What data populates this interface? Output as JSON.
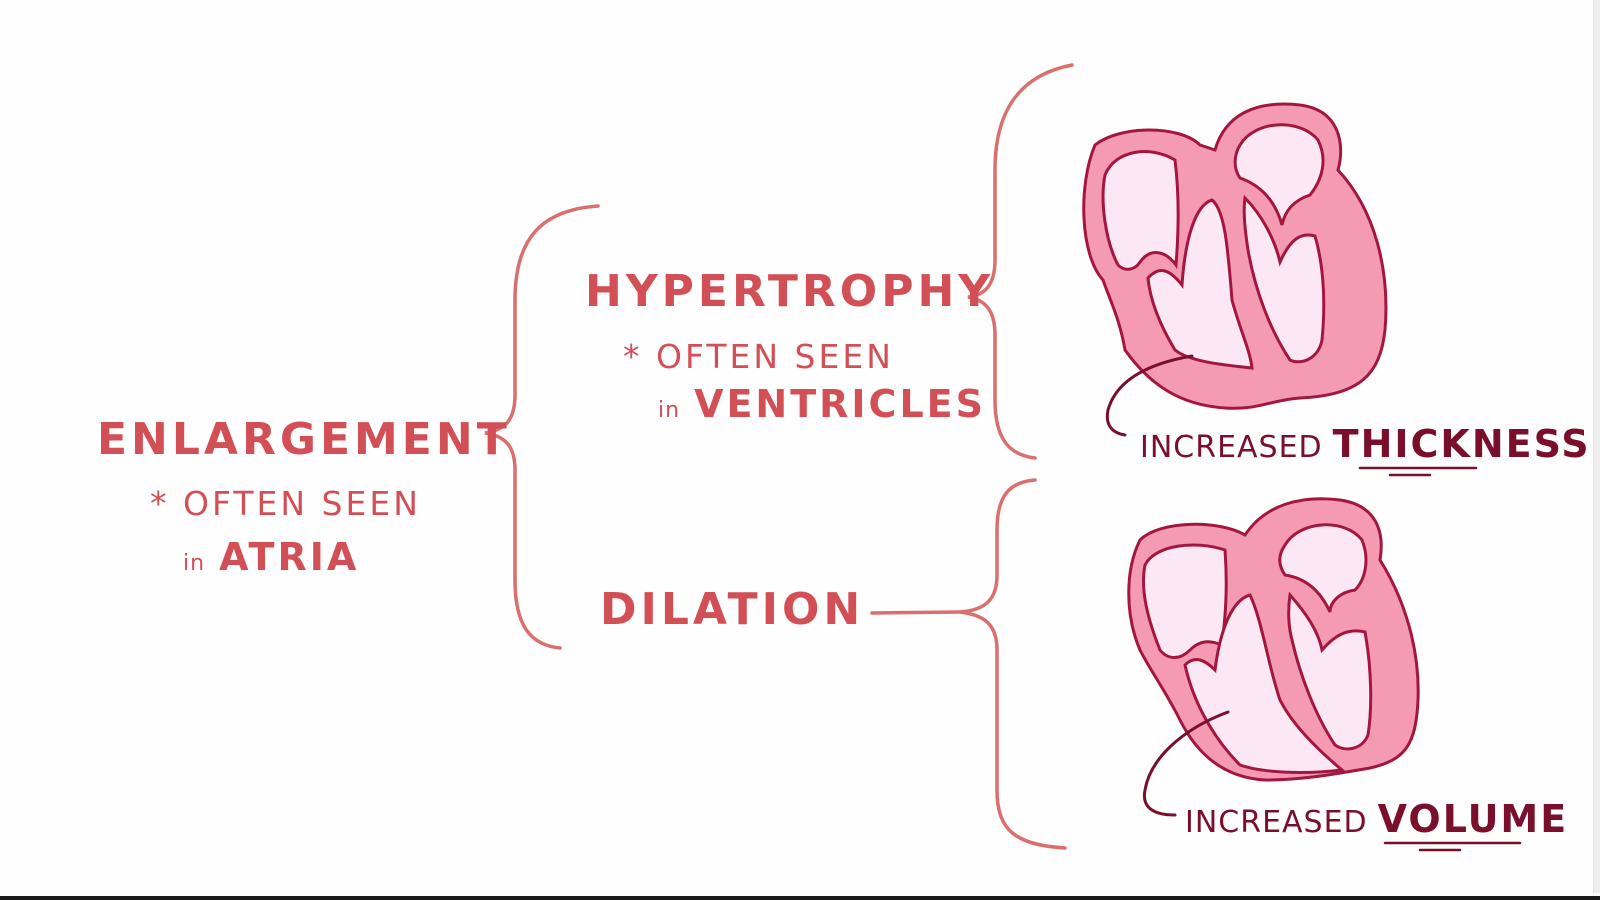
{
  "diagram": {
    "colors": {
      "text_primary": "#d24f55",
      "text_caption": "#7a0f2c",
      "bracket": "#d9706f",
      "heart_wall": "#f49ab3",
      "heart_chamber": "#fce8f4",
      "heart_outline": "#a3173f",
      "background": "#fefefe"
    },
    "root": {
      "title": "ENLARGEMENT",
      "note_prefix": "* OFTEN SEEN",
      "note_in": "in",
      "note_location": "ATRIA"
    },
    "branches": [
      {
        "title": "HYPERTROPHY",
        "note_prefix": "* OFTEN SEEN",
        "note_in": "in",
        "note_location": "VENTRICLES",
        "illustration": "heart-thick-walls-icon",
        "caption_plain": "INCREASED",
        "caption_bold": "THICKNESS"
      },
      {
        "title": "DILATION",
        "illustration": "heart-dilated-chambers-icon",
        "caption_plain": "INCREASED",
        "caption_bold": "VOLUME"
      }
    ]
  }
}
